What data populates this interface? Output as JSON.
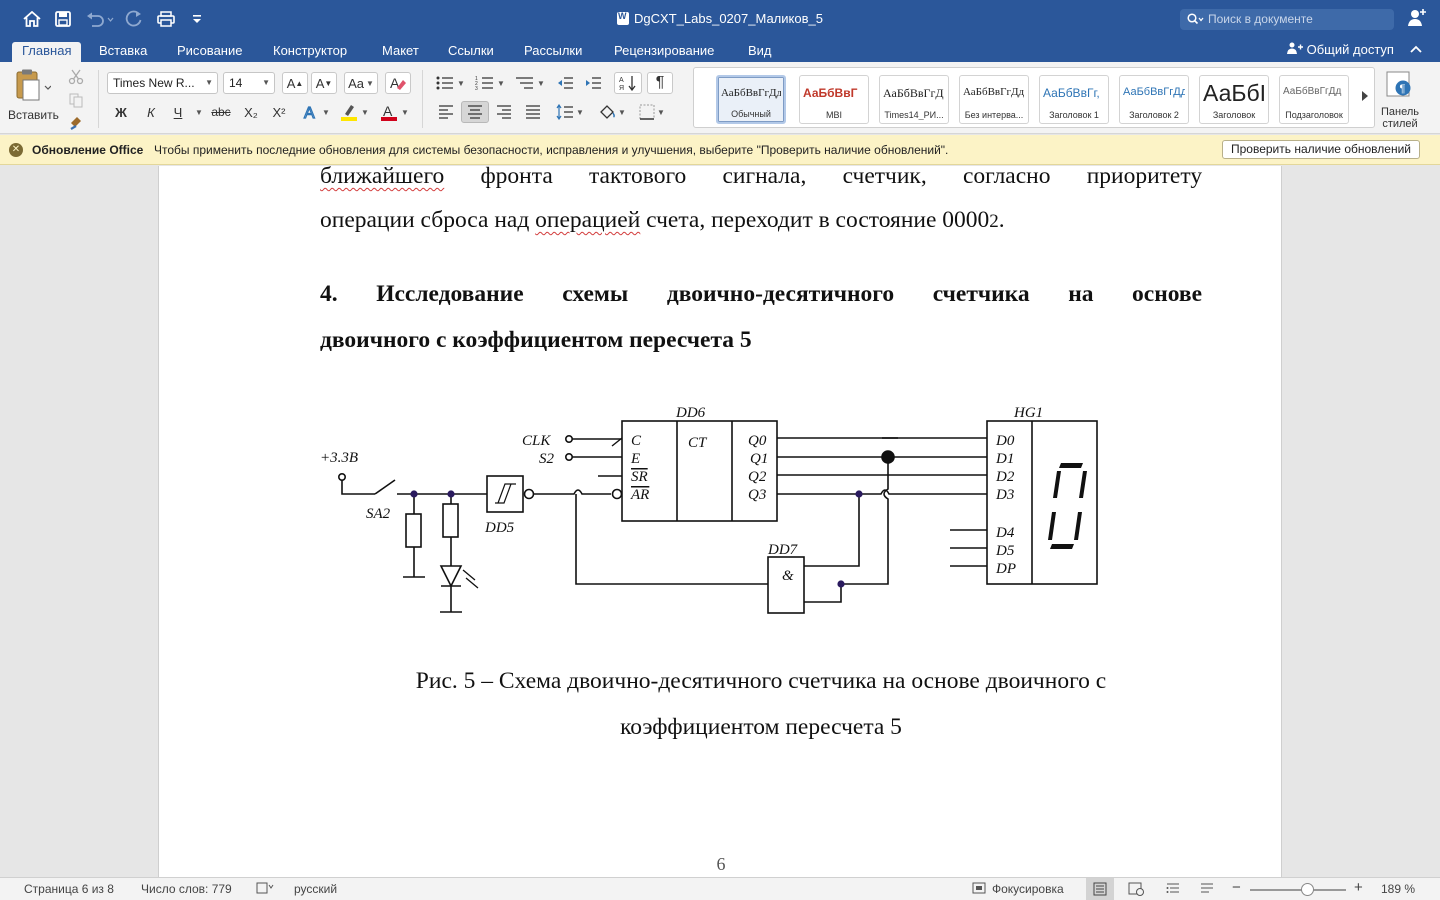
{
  "window": {
    "title": "DgCXT_Labs_0207_Маликов_5",
    "search_placeholder": "Поиск в документе"
  },
  "quick_access": [
    "home-icon",
    "save-icon",
    "undo-icon",
    "redo-icon",
    "print-icon",
    "customize-icon"
  ],
  "tabs": [
    {
      "label": "Главная",
      "active": true
    },
    {
      "label": "Вставка"
    },
    {
      "label": "Рисование"
    },
    {
      "label": "Конструктор"
    },
    {
      "label": "Макет"
    },
    {
      "label": "Ссылки"
    },
    {
      "label": "Рассылки"
    },
    {
      "label": "Рецензирование"
    },
    {
      "label": "Вид"
    }
  ],
  "share_label": "Общий доступ",
  "ribbon": {
    "paste_label": "Вставить",
    "font_name": "Times New R...",
    "font_size": "14",
    "bold": "Ж",
    "italic": "К",
    "underline": "Ч",
    "strike": "abc",
    "subscript": "X₂",
    "superscript": "X²",
    "grow_font": "A",
    "shrink_font": "A",
    "change_case": "Aa",
    "font_color": "#d0021b",
    "highlight_color": "#ffe600",
    "styles": [
      {
        "sample": "АаБбВвГгДд",
        "name": "Обычный",
        "selected": true
      },
      {
        "sample": "АаБбВвГ",
        "name": "MBI",
        "color": "#c0392b",
        "bold": true
      },
      {
        "sample": "АаБбВвГгД",
        "name": "Times14_РИ..."
      },
      {
        "sample": "АаБбВвГгДд",
        "name": "Без интерва..."
      },
      {
        "sample": "АаБбВвГг,",
        "name": "Заголовок 1",
        "color": "#2e74b5"
      },
      {
        "sample": "АаБбВвГгДд",
        "name": "Заголовок 2",
        "color": "#2e74b5"
      },
      {
        "sample": "АаБбІ",
        "name": "Заголовок",
        "big": true
      },
      {
        "sample": "АаБбВвГгДд",
        "name": "Подзаголовок",
        "color": "#666"
      }
    ],
    "styles_pane_label": "Панель стилей"
  },
  "notice": {
    "title": "Обновление Office",
    "text": "Чтобы применить последние обновления для системы безопасности, исправления и улучшения, выберите \"Проверить наличие обновлений\".",
    "button": "Проверить наличие обновлений"
  },
  "document": {
    "para1_line1_words": [
      "ближайшего",
      "фронта",
      "тактового",
      "сигнала,",
      "счетчик,",
      "согласно",
      "приоритету"
    ],
    "para1_line2_a": "операции сброса над ",
    "para1_line2_sq": "операцией",
    "para1_line2_b": " счета, переходит в состояние 0000",
    "para1_line2_sub": "2",
    "para1_line2_end": ".",
    "heading_line1_words": [
      "4.",
      "Исследование",
      "схемы",
      "двоично-десятичного",
      "счетчика",
      "на",
      "основе"
    ],
    "heading_line2": "двоичного с коэффициентом пересчета 5",
    "caption_line1": "Рис. 5 – Схема двоично-десятичного счетчика на основе двоичного с",
    "caption_line2": "коэффициентом пересчета 5",
    "page_number": "6"
  },
  "circuit": {
    "supply": "+3.3В",
    "switch": "SA2",
    "trigger": "DD5",
    "counter": "DD6",
    "counter_type": "CT",
    "counter_inputs": [
      "C",
      "E",
      "SR",
      "AR"
    ],
    "counter_outputs": [
      "Q0",
      "Q1",
      "Q2",
      "Q3"
    ],
    "input_clk": "CLK",
    "input_s2": "S2",
    "gate": "DD7",
    "gate_symbol": "&",
    "display": "HG1",
    "display_inputs": [
      "D0",
      "D1",
      "D2",
      "D3",
      "D4",
      "D5",
      "DP"
    ],
    "display_digit": "0"
  },
  "status": {
    "page": "Страница 6 из 8",
    "words": "Число слов: 779",
    "language": "русский",
    "focus": "Фокусировка",
    "zoom": "189 %"
  }
}
